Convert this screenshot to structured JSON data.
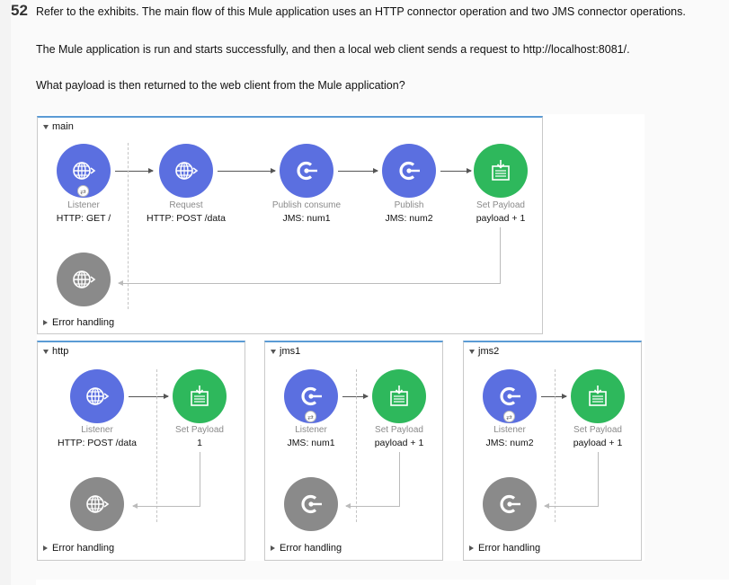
{
  "question": {
    "number": "52",
    "line1": "Refer to the exhibits. The main flow of this Mule application uses an HTTP connector operation and two JMS connector operations.",
    "line2": "The Mule application is run and starts successfully, and then a local web client sends a request to http://localhost:8081/.",
    "line3": "What payload is then returned to the web client from the Mule application?"
  },
  "main_flow": {
    "title": "main",
    "error_handling": "Error handling",
    "nodes": [
      {
        "type": "Listener",
        "config": "HTTP: GET /",
        "icon": "globe-icon"
      },
      {
        "type": "Request",
        "config": "HTTP: POST /data",
        "icon": "globe-icon"
      },
      {
        "type": "Publish consume",
        "config": "JMS: num1",
        "icon": "jms-icon"
      },
      {
        "type": "Publish",
        "config": "JMS: num2",
        "icon": "jms-icon"
      },
      {
        "type": "Set Payload",
        "config": "payload + 1",
        "icon": "set-payload-icon"
      }
    ]
  },
  "http_flow": {
    "title": "http",
    "error_handling": "Error handling",
    "nodes": [
      {
        "type": "Listener",
        "config": "HTTP: POST /data"
      },
      {
        "type": "Set Payload",
        "config": "1"
      }
    ]
  },
  "jms1_flow": {
    "title": "jms1",
    "error_handling": "Error handling",
    "nodes": [
      {
        "type": "Listener",
        "config": "JMS: num1"
      },
      {
        "type": "Set Payload",
        "config": "payload + 1"
      }
    ]
  },
  "jms2_flow": {
    "title": "jms2",
    "error_handling": "Error handling",
    "nodes": [
      {
        "type": "Listener",
        "config": "JMS: num2"
      },
      {
        "type": "Set Payload",
        "config": "payload + 1"
      }
    ]
  },
  "colors": {
    "connector_blue": "#5b6fe0",
    "set_payload_green": "#2eb85c",
    "source_gray": "#8a8a8a",
    "flow_border_blue": "#5b9bd5"
  }
}
